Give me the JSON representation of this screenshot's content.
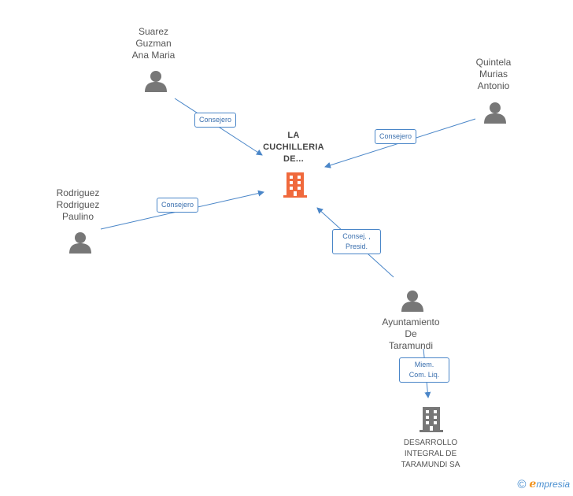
{
  "nodes": {
    "main_company": {
      "label": "LA\nCUCHILLERIA\nDE...",
      "color": "#f0693c"
    },
    "suarez": {
      "label": "Suarez\nGuzman\nAna Maria"
    },
    "quintela": {
      "label": "Quintela\nMurias\nAntonio"
    },
    "rodriguez": {
      "label": "Rodriguez\nRodriguez\nPaulino"
    },
    "ayuntamiento": {
      "label": "Ayuntamiento\nDe\nTaramundi"
    },
    "desarrollo": {
      "label": "DESARROLLO\nINTEGRAL DE\nTARAMUNDI SA"
    }
  },
  "relations": {
    "suarez_main": "Consejero",
    "quintela_main": "Consejero",
    "rodriguez_main": "Consejero",
    "ayuntamiento_main": "Consej. ,\nPresid.",
    "ayuntamiento_desarrollo": "Miem.\nCom. Liq."
  },
  "colors": {
    "edge": "#4a86c8",
    "person": "#777777",
    "company": "#777777",
    "accent": "#f0693c"
  },
  "footer": {
    "copyright": "©",
    "brand_initial": "e",
    "brand_rest": "mpresia"
  }
}
